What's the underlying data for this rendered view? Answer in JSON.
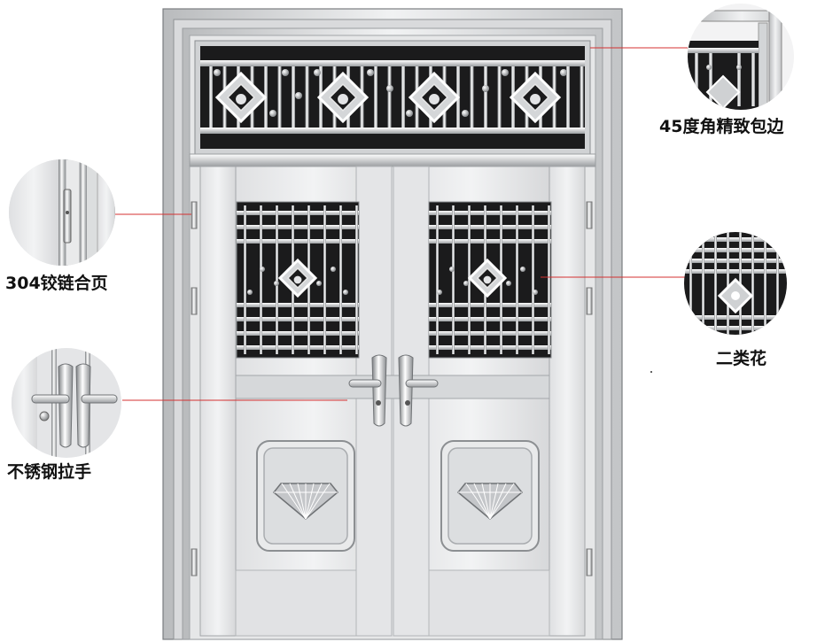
{
  "callouts": {
    "frame_edge": "45度角精致包边",
    "hinge": "304铰链合页",
    "flower": "二类花",
    "handle": "不锈钢拉手"
  },
  "colors": {
    "steel_light": "#e9eaeb",
    "steel_mid": "#c9cbcd",
    "steel_dark": "#8d9093",
    "grille_dark": "#1b1b1c",
    "leader_line": "#d43030"
  }
}
